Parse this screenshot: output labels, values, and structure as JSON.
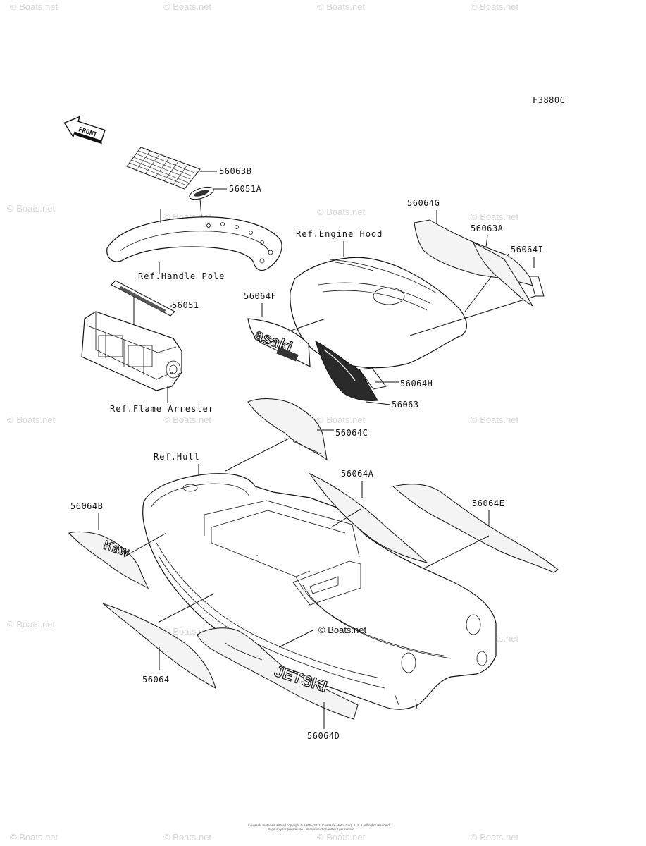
{
  "figure_code": "F3880C",
  "front_label": "FRONT",
  "parts": {
    "p56063B": "56063B",
    "p56051A": "56051A",
    "p56051": "56051",
    "p56064G": "56064G",
    "p56063A": "56063A",
    "p56064I": "56064I",
    "p56064F": "56064F",
    "p56064H": "56064H",
    "p56063": "56063",
    "p56064C": "56064C",
    "p56064A": "56064A",
    "p56064E": "56064E",
    "p56064B": "56064B",
    "p56064": "56064",
    "p56064D": "56064D"
  },
  "refs": {
    "engine_hood": "Ref.Engine Hood",
    "handle_pole": "Ref.Handle Pole",
    "flame_arrester": "Ref.Flame Arrester",
    "hull": "Ref.Hull"
  },
  "decal_text": {
    "kaw": "Kaw",
    "jetski": "JETSKI",
    "asaki": "asaki"
  },
  "watermark": "© Boats.net",
  "center_watermark": "© Boats.net",
  "copyright_line1": "Kawasaki materials with all copyright © 1995 - 2011, Kawasaki Motor Corp. U.S.A. All rights reserved.",
  "copyright_line2": "Page only for private use - all reproduction without permission"
}
